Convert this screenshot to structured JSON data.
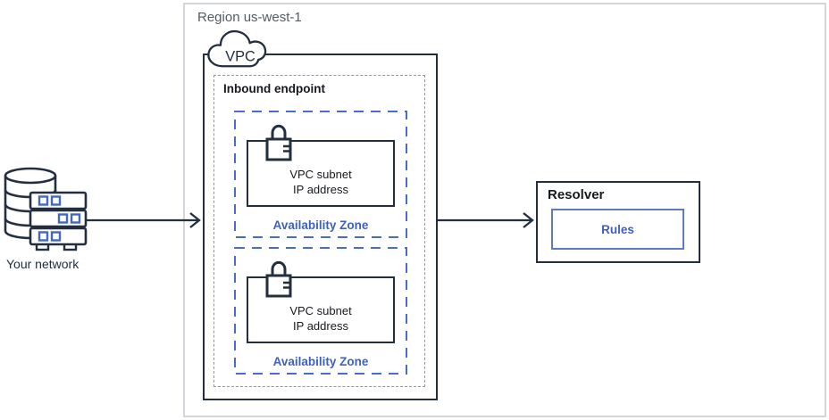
{
  "diagram": {
    "region": {
      "label": "Region us-west-1"
    },
    "vpc": {
      "label": "VPC"
    },
    "inbound_endpoint": {
      "label": "Inbound endpoint"
    },
    "availability_zones": [
      {
        "label": "Availability Zone",
        "subnet": {
          "line1": "VPC subnet",
          "line2": "IP address"
        }
      },
      {
        "label": "Availability Zone",
        "subnet": {
          "line1": "VPC subnet",
          "line2": "IP address"
        }
      }
    ],
    "resolver": {
      "label": "Resolver",
      "rules_label": "Rules"
    },
    "network": {
      "label": "Your network"
    },
    "icons": {
      "cloud": "cloud-icon",
      "lock": "lock-icon",
      "servers": "network-servers-icon",
      "arrows": "arrow-right-icon"
    },
    "colors": {
      "navy": "#232F3E",
      "blue": "#3E61C1",
      "rules_border": "#6079C7",
      "region_border": "#D3D7DB",
      "region_text": "#545B64",
      "inbound_border": "#8F969E",
      "text_dark": "#16191F"
    }
  }
}
